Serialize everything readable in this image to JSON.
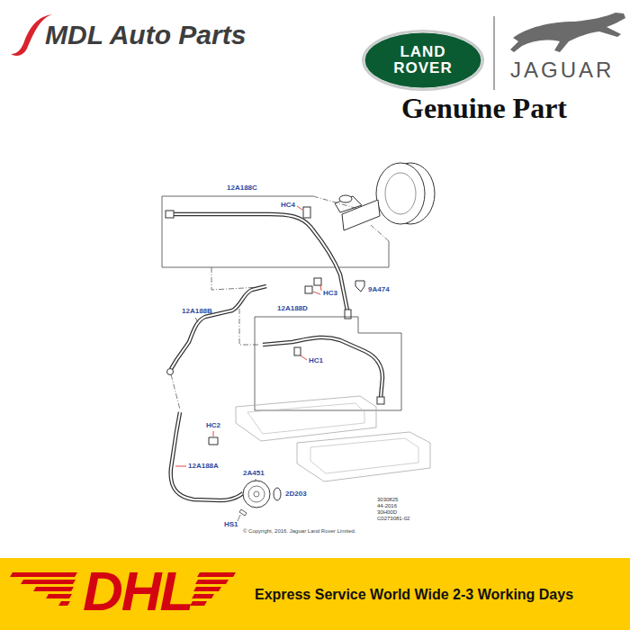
{
  "diagram": {
    "nodes": [
      {
        "text": [
          "LAND ROVER"
        ]
      },
      {
        "text": [
          "DHL",
          "Express Service World Wide 2-3 Working Days"
        ]
      }
    ],
    "labels": [
      "MDL Auto Parts",
      "JAGUAR",
      "Genuine Part",
      "12A188C",
      "HC4",
      "HC3",
      "9A474",
      "12A188B",
      "12A188D",
      "HC1",
      "HC2",
      "12A188A",
      "2A451",
      "2D203",
      "HS1",
      "3030825",
      "44-2016",
      "30H00D",
      "C0273081-02",
      "© Copyright, 2016. Jaguar Land Rover Limited."
    ]
  }
}
